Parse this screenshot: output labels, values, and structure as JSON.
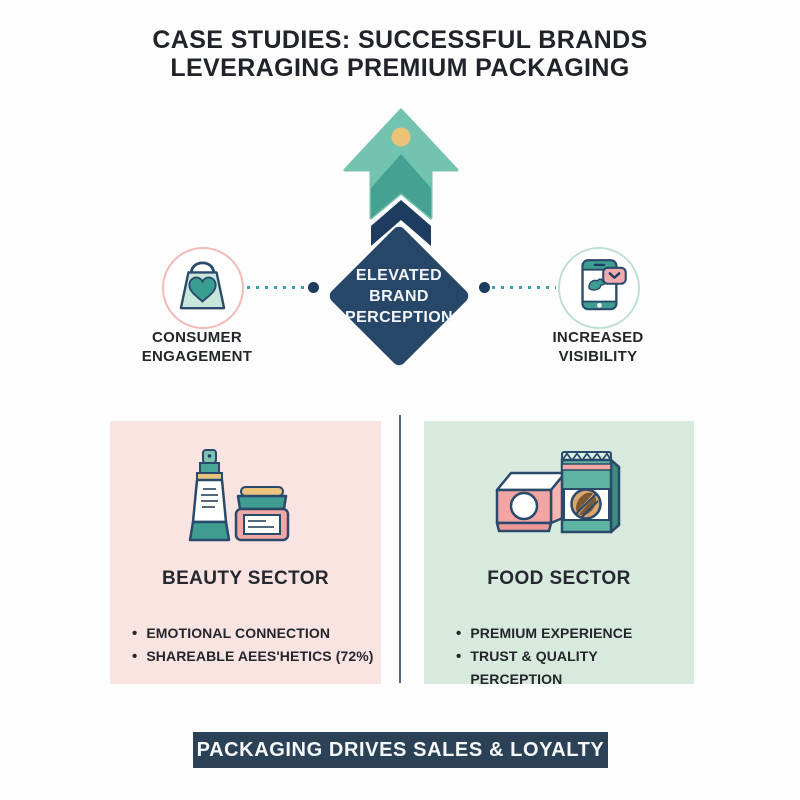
{
  "title": {
    "line1": "CASE STUDIES: SUCCESSFUL BRANDS",
    "line2": "LEVERAGING PREMIUM PACKAGING"
  },
  "diagram": {
    "center": {
      "lines": [
        "ELEVATED",
        "BRAND",
        "PERCEPTION"
      ],
      "icon": "upward-arrow-icon"
    },
    "left_node": {
      "icon": "shopping-bag-heart-icon",
      "label_line1": "CONSUMER",
      "label_line2": "ENGAGEMENT"
    },
    "right_node": {
      "icon": "smartphone-social-icon",
      "label_line1": "INCREASED",
      "label_line2": "VISIBILITY"
    }
  },
  "sectors": [
    {
      "title": "BEAUTY SECTOR",
      "icon": "cosmetics-bottle-jar-icon",
      "bullets": [
        "EMOTIONAL CONNECTION",
        "SHAREABLE AEES'HETICS (72%)"
      ],
      "bullet_glyph": "•",
      "bg_color": "#fae4e2"
    },
    {
      "title": "FOOD SECTOR",
      "icon": "food-box-coffee-bag-icon",
      "bullets": [
        "PREMIUM EXPERIENCE",
        "TRUST & QUALITY PERCEPTION"
      ],
      "bullet_glyph": "•",
      "bg_color": "#d8e9dd"
    }
  ],
  "footer": {
    "banner": "PACKAGING DRIVES SALES & LOYALTY"
  },
  "colors": {
    "arrow_light_teal": "#73c3b1",
    "arrow_dark_teal": "#45a192",
    "chevron_navy": "#1d3c5f",
    "diamond_navy": "#274769",
    "gold_dot": "#ecc279",
    "left_circle_border": "#f2bab5",
    "right_circle_border": "#bfe0d1",
    "banner_navy": "#2b4156",
    "beauty_pink": "#fae4e2",
    "food_mint": "#d8e9dd"
  }
}
